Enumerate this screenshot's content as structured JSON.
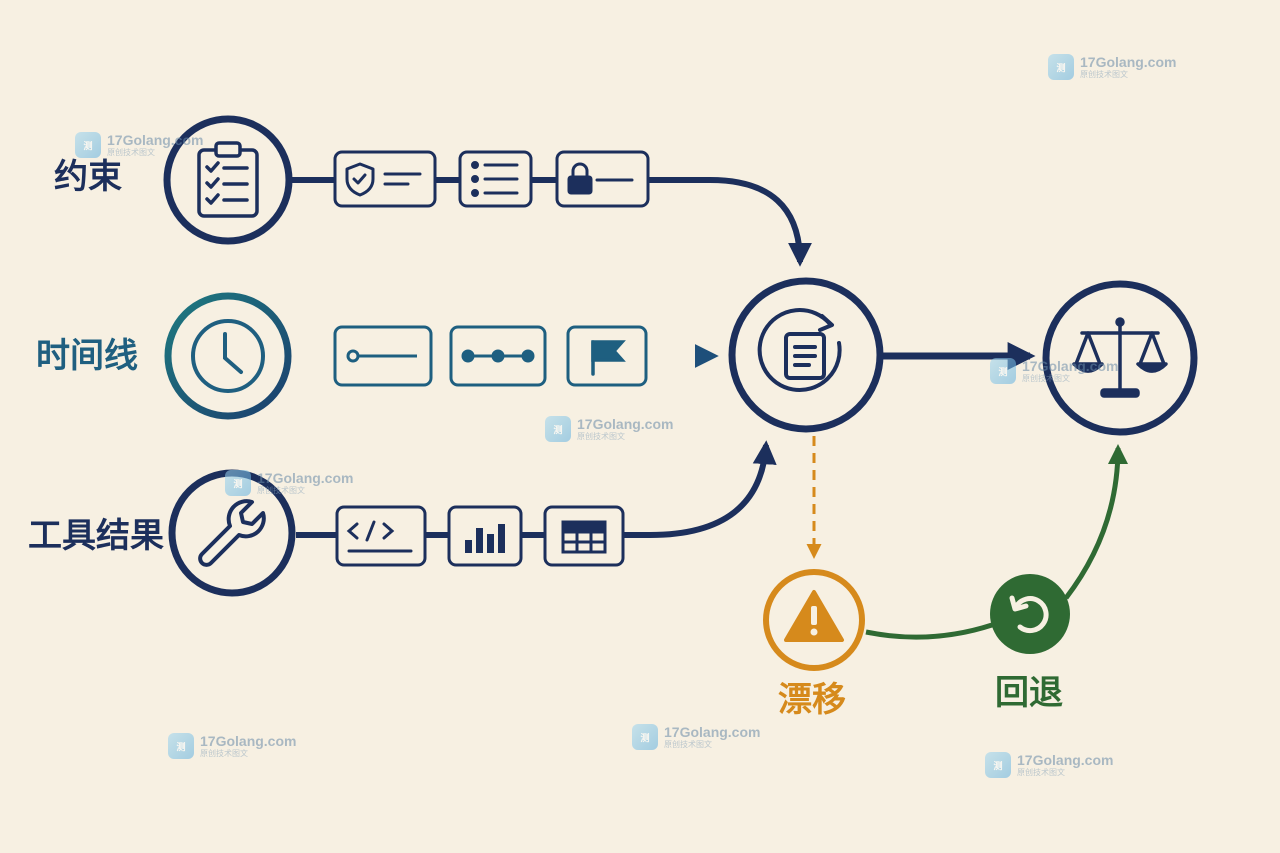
{
  "labels": {
    "constraint": "约束",
    "timeline": "时间线",
    "tool_results": "工具结果",
    "drift": "漂移",
    "rollback": "回退"
  },
  "watermark": {
    "name": "17Golang.com",
    "sub": "原创技术图文",
    "logo_text": "测"
  },
  "colors": {
    "navy": "#1c2f5c",
    "teal": "#1f5f80",
    "orange": "#d68a1c",
    "green": "#2f6a33",
    "background": "#f7f0e2"
  },
  "icons": {
    "constraint_node": "clipboard-checklist-icon",
    "timeline_node": "clock-icon",
    "tool_node": "wrench-icon",
    "hub_node": "refresh-document-icon",
    "result_node": "balance-scale-icon",
    "drift_node": "warning-triangle-icon",
    "rollback_node": "undo-icon",
    "constraint_cards": [
      "shield-check-icon",
      "list-icon",
      "lock-icon"
    ],
    "timeline_cards": [
      "timeline-start-icon",
      "timeline-dots-icon",
      "flag-icon"
    ],
    "tool_cards": [
      "code-icon",
      "bar-chart-icon",
      "table-icon"
    ]
  }
}
